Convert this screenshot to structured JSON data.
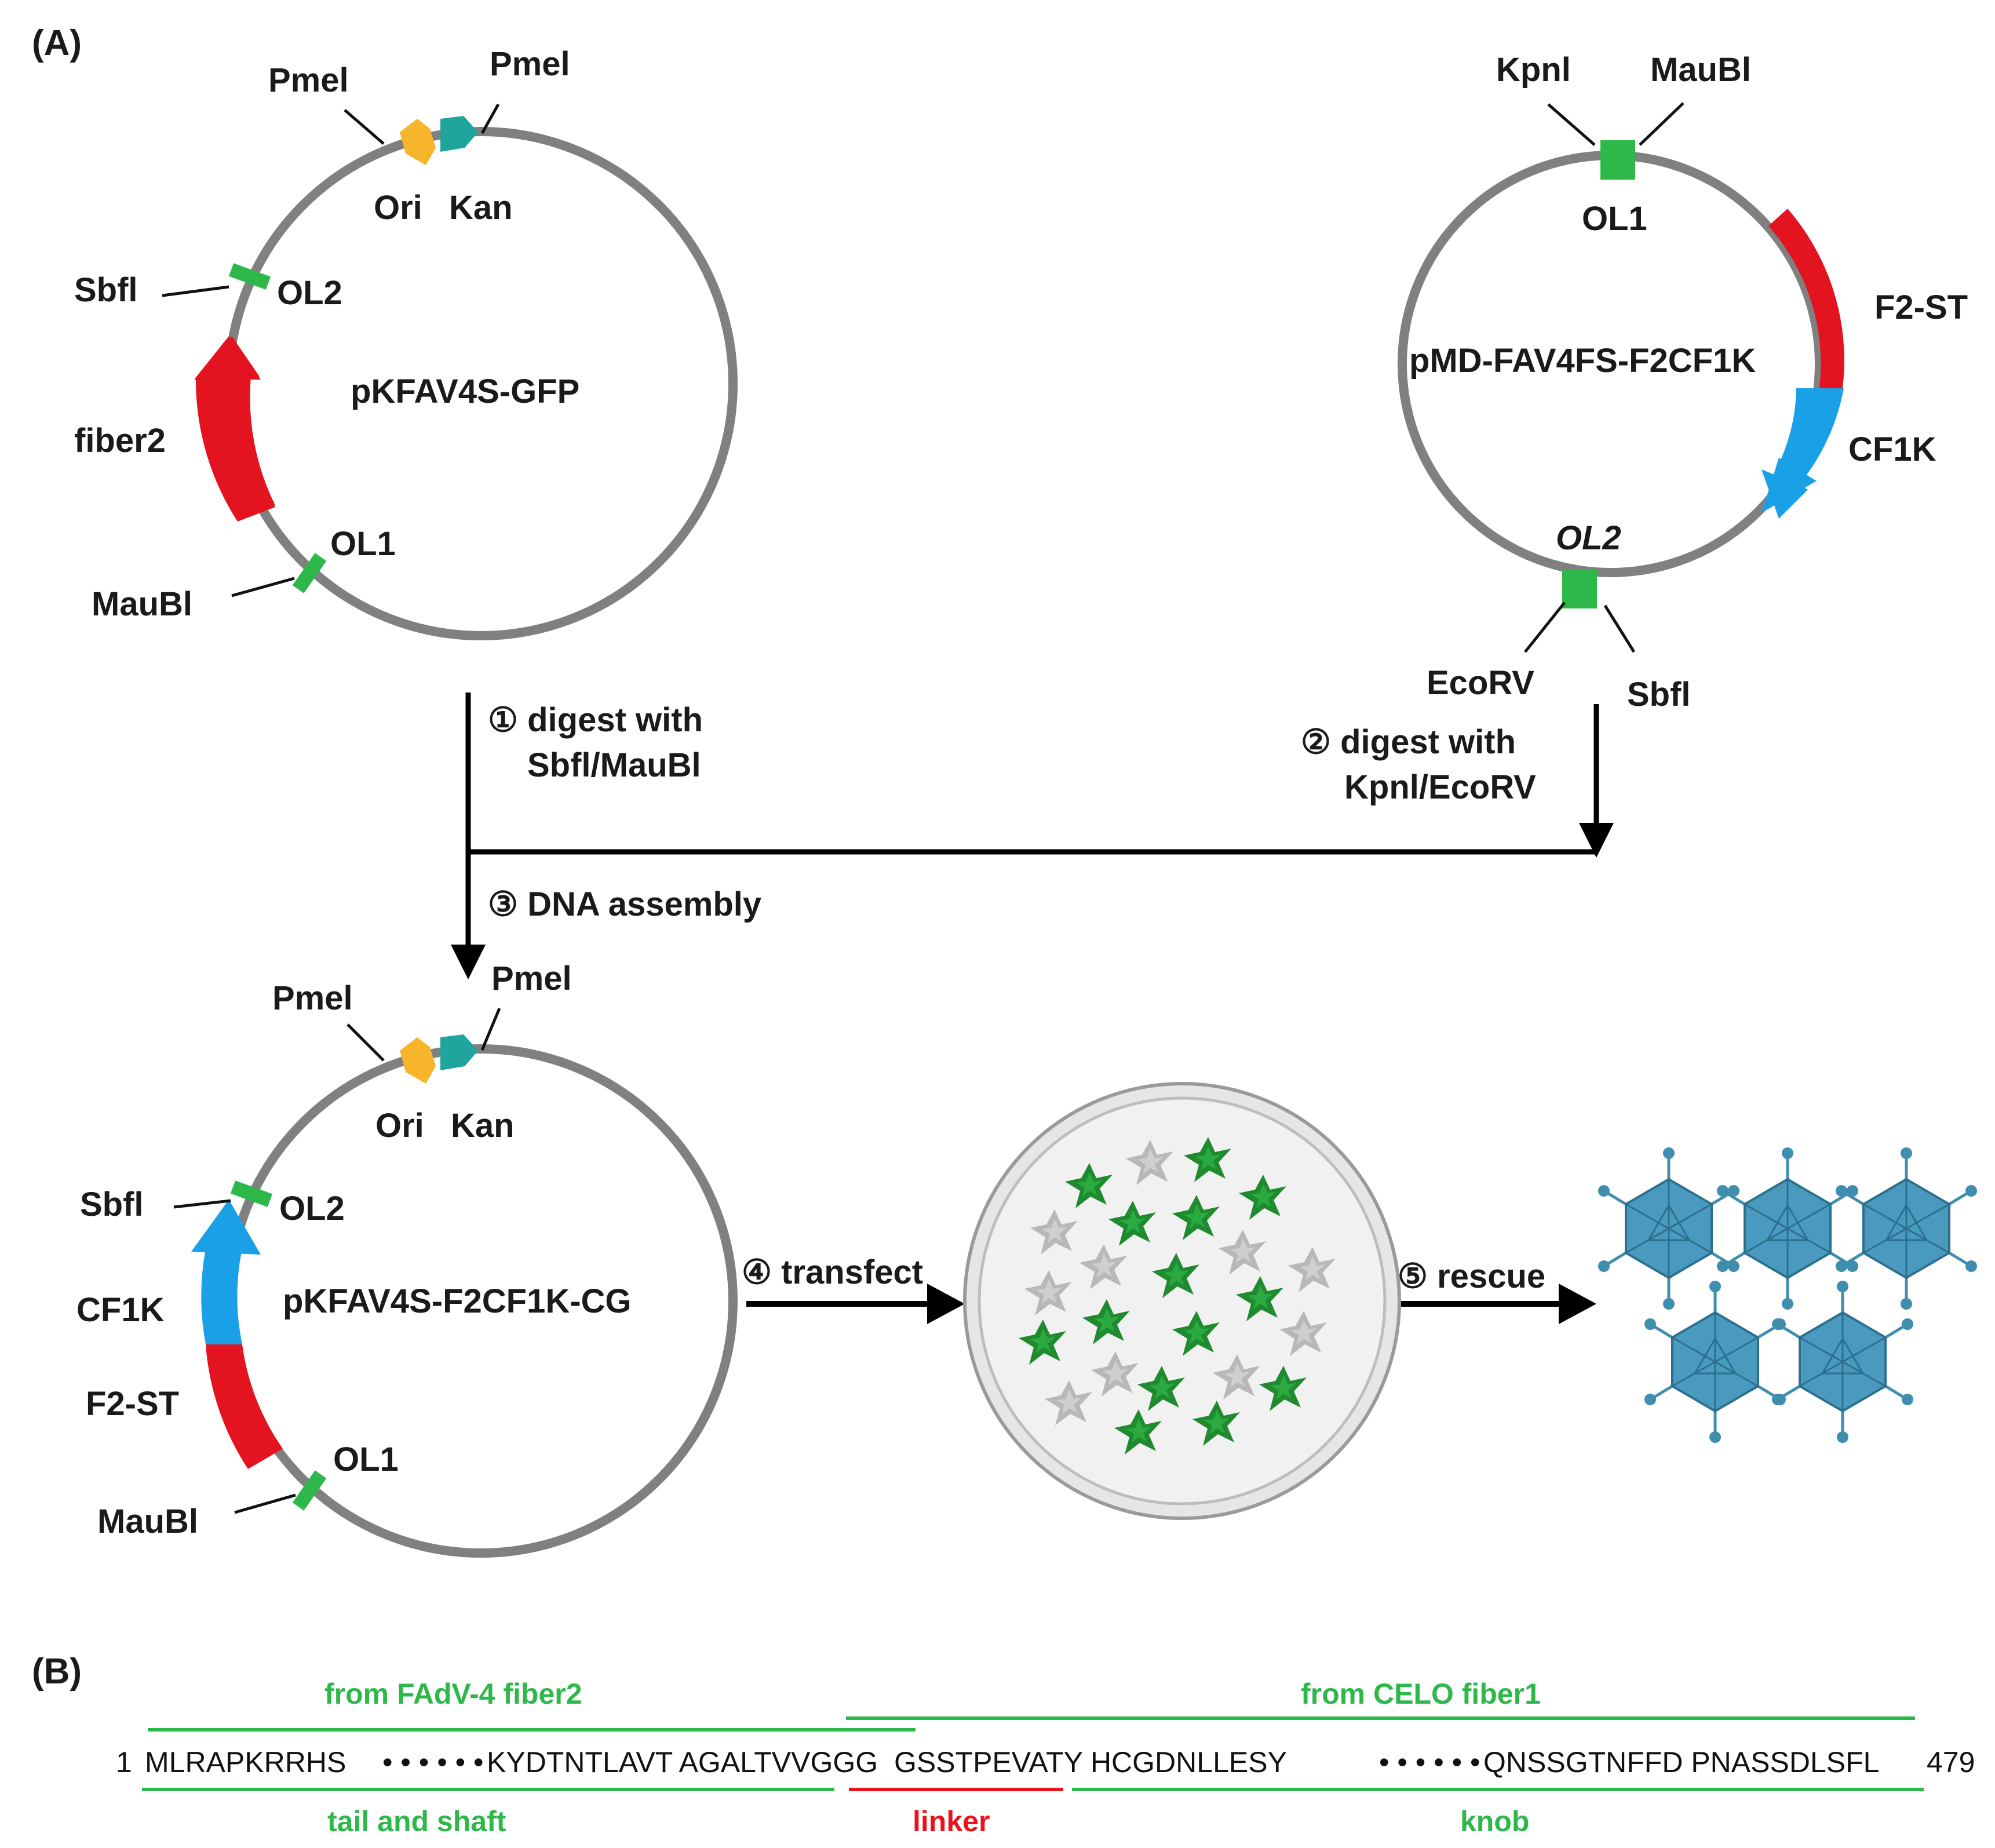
{
  "colors": {
    "backbone": "#808080",
    "fiber2": "#e3141f",
    "f2st": "#e3141f",
    "cf1k": "#1aa0e6",
    "ori": "#f7b52c",
    "kan": "#1fa59c",
    "ol_site": "#2fb84a",
    "cell_green": "#1f8a2e",
    "cell_grey": "#b8b8b8",
    "virus": "#3f8eb0",
    "label_green": "#2fb84a",
    "label_red": "#e8141c"
  },
  "panelA": {
    "label": "(A)",
    "plasmid1": {
      "name": "pKFAV4S-GFP",
      "labels": {
        "pmel_left": "Pmel",
        "pmel_right": "Pmel",
        "ori": "Ori",
        "kan": "Kan",
        "sbfi": "Sbfl",
        "ol2": "OL2",
        "fiber2": "fiber2",
        "ol1": "OL1",
        "maubi": "MauBl"
      }
    },
    "plasmid2": {
      "name": "pMD-FAV4FS-F2CF1K",
      "labels": {
        "kpni": "Kpnl",
        "maubi": "MauBl",
        "ol1": "OL1",
        "f2st": "F2-ST",
        "cf1k": "CF1K",
        "ol2": "OL2",
        "ecorv": "EcoRV",
        "sbfi": "Sbfl"
      }
    },
    "plasmid3": {
      "name": "pKFAV4S-F2CF1K-CG",
      "labels": {
        "pmel_left": "Pmel",
        "pmel_right": "Pmel",
        "ori": "Ori",
        "kan": "Kan",
        "sbfi": "Sbfl",
        "ol2": "OL2",
        "cf1k": "CF1K",
        "f2st": "F2-ST",
        "ol1": "OL1",
        "maubi": "MauBl"
      }
    },
    "steps": {
      "s1_line1": "① digest with",
      "s1_line2": "Sbfl/MauBl",
      "s2_line1": "② digest with",
      "s2_line2": "Kpnl/EcoRV",
      "s3": "③ DNA assembly",
      "s4": "④ transfect",
      "s5": "⑤ rescue"
    }
  },
  "panelB": {
    "label": "(B)",
    "top_left_label": "from FAdV-4 fiber2",
    "top_right_label": "from CELO fiber1",
    "bottom_labels": {
      "tail": "tail and shaft",
      "linker": "linker",
      "knob": "knob"
    },
    "sequence": {
      "start_num": "1",
      "seg1": "MLRAPKRRHS",
      "dots1": "• • • • • •",
      "seg2": "KYDTNTLAVT AGALTVVGGG  GSSTPEVATY HCGDNLLESY",
      "dots2": "• • • • • •",
      "seg3": "QNSSGTNFFD PNASSDLSFL",
      "end_num": "479"
    }
  }
}
